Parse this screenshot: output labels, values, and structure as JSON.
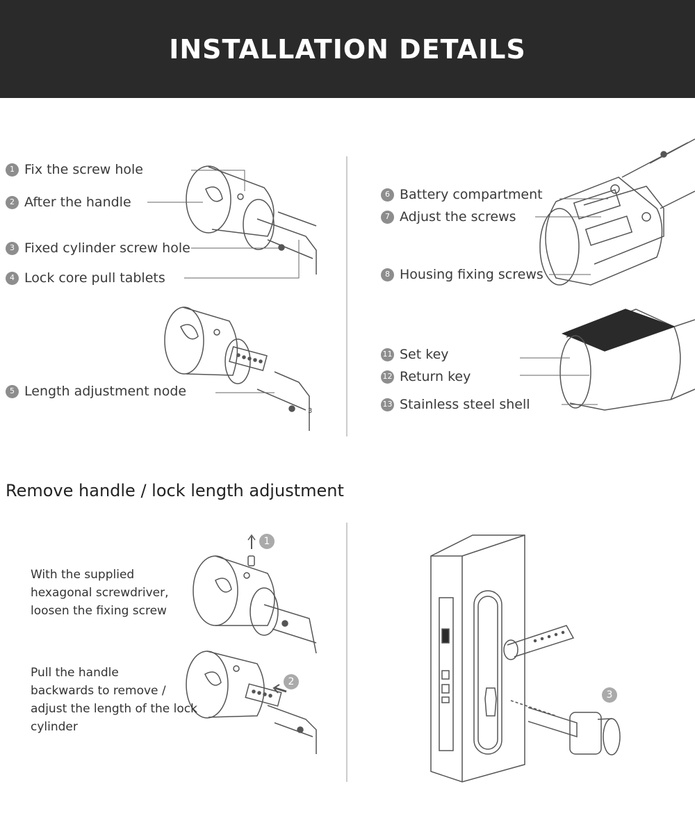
{
  "header": {
    "title": "INSTALLATION DETAILS"
  },
  "left_labels": [
    {
      "num": "1",
      "text": "Fix the screw hole"
    },
    {
      "num": "2",
      "text": "After the handle"
    },
    {
      "num": "3",
      "text": "Fixed cylinder screw hole"
    },
    {
      "num": "4",
      "text": "Lock core pull tablets"
    },
    {
      "num": "5",
      "text": "Length adjustment node"
    }
  ],
  "right_labels": [
    {
      "num": "6",
      "text": "Battery compartment"
    },
    {
      "num": "7",
      "text": "Adjust the screws"
    },
    {
      "num": "8",
      "text": "Housing fixing screws"
    },
    {
      "num": "11",
      "text": "Set key"
    },
    {
      "num": "12",
      "text": "Return key"
    },
    {
      "num": "13",
      "text": "Stainless steel shell"
    }
  ],
  "section2": {
    "title": "Remove handle / lock length adjustment",
    "step1_lines": [
      "With the supplied",
      "hexagonal screwdriver,",
      "loosen the fixing screw"
    ],
    "step2_lines": [
      "Pull the handle",
      "backwards to remove /",
      "adjust the length of the lock",
      "cylinder"
    ],
    "badges": [
      "1",
      "2",
      "3"
    ],
    "tick_label": "3"
  }
}
